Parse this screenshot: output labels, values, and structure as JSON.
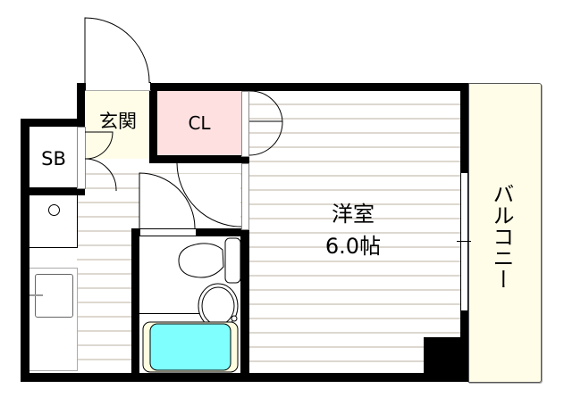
{
  "rooms": {
    "western_room": {
      "name": "洋室",
      "size": "6.0帖"
    },
    "entrance": {
      "name": "玄関"
    },
    "closet": {
      "name": "CL"
    },
    "shoe_box": {
      "name": "SB"
    },
    "balcony": {
      "name": "バルコニー"
    }
  },
  "colors": {
    "wall": "#000000",
    "entrance_floor": "#fffde8",
    "closet_fill": "#ffe0e0",
    "balcony_fill": "#fffde8",
    "bathtub": "#80ffff",
    "floor_line": "#ddd8d0"
  }
}
